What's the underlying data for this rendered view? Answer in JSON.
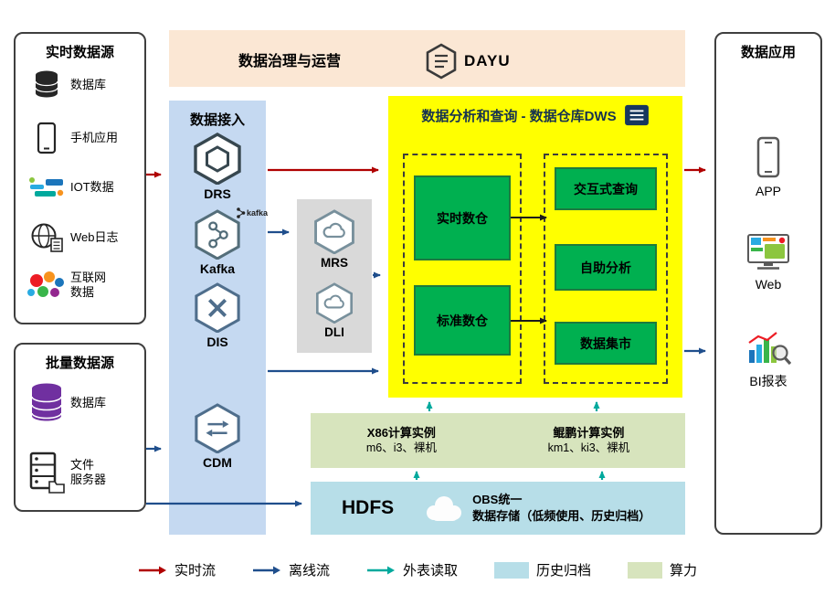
{
  "banner": {
    "title": "数据治理与运营",
    "logo": "DAYU"
  },
  "realtime_sources": {
    "title": "实时数据源",
    "items": [
      {
        "label": "数据库",
        "icon": "database-icon"
      },
      {
        "label": "手机应用",
        "icon": "phone-icon"
      },
      {
        "label": "IOT数据",
        "icon": "iot-icon"
      },
      {
        "label": "Web日志",
        "icon": "web-log-icon"
      },
      {
        "line1": "互联网",
        "line2": "数据",
        "icon": "internet-data-icon"
      }
    ]
  },
  "batch_sources": {
    "title": "批量数据源",
    "items": [
      {
        "label": "数据库",
        "icon": "purple-database-icon"
      },
      {
        "line1": "文件",
        "line2": "服务器",
        "icon": "file-server-icon"
      }
    ]
  },
  "ingestion": {
    "title": "数据接入",
    "drs": "DRS",
    "kafka": "Kafka",
    "kafka_badge": "kafka",
    "dis": "DIS",
    "cdm": "CDM"
  },
  "middleware": {
    "mrs": "MRS",
    "dli": "DLI"
  },
  "dws": {
    "title": "数据分析和查询 - 数据仓库DWS",
    "realtime_wh": "实时数仓",
    "standard_wh": "标准数仓",
    "interactive_query": "交互式查询",
    "self_analysis": "自助分析",
    "data_mart": "数据集市"
  },
  "compute": {
    "x86_title": "X86计算实例",
    "x86_sub": "m6、i3、裸机",
    "kunpeng_title": "鲲鹏计算实例",
    "kunpeng_sub": "km1、ki3、裸机"
  },
  "storage": {
    "hdfs": "HDFS",
    "obs_line1": "OBS统一",
    "obs_line2": "数据存储",
    "obs_note": "（低频使用、历史归档）"
  },
  "applications": {
    "title": "数据应用",
    "app": "APP",
    "web": "Web",
    "bi": "BI报表"
  },
  "legend": {
    "realtime": "实时流",
    "offline": "离线流",
    "external": "外表读取",
    "archive": "历史归档",
    "compute": "算力"
  },
  "colors": {
    "realtime_flow": "#b00000",
    "offline_flow": "#1f4e8c",
    "external_read": "#00a99d",
    "archive_swatch": "#b7dee8",
    "compute_swatch": "#d7e4bd",
    "dws_bg": "#ffff00",
    "node_green": "#00b050",
    "ingest_bg": "#c5d9f1",
    "banner_bg": "#fbe7d4",
    "hdfs_bg": "#b7dee8",
    "middleware_bg": "#d9d9d9"
  }
}
